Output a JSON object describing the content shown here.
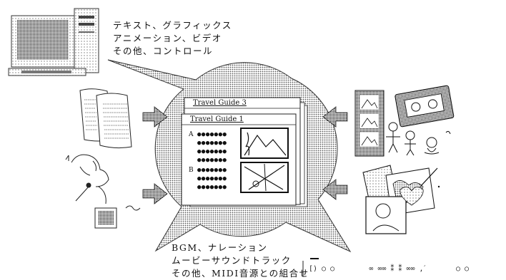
{
  "top_caption": {
    "line1": "テキスト、グラフィックス",
    "line2": "アニメーション、ビデオ",
    "line3": "その他、コントロール"
  },
  "bottom_caption": {
    "line1": "BGM、ナレーション",
    "line2": "ムービーサウンドトラック",
    "line3": "その他、MIDI音源との組合せ"
  },
  "documents": {
    "back_title": "Travel Guide 3",
    "front_title": "Travel Guide 1",
    "section_a": "A",
    "section_b": "B",
    "bullet_row": "●●●●●●●"
  },
  "footer_symbols": "[) ○ ○        ∞ ∞∞ ⁑ ⁑ ∞∞ ,ˊ       ○ ○",
  "colors": {
    "ink": "#000000",
    "paper": "#ffffff",
    "halftone": "#8a8a8a"
  },
  "icons": {
    "computer": "computer-monitor-icon",
    "text_pages": "text-pages-icon",
    "audio": "singer-with-microphone-icon",
    "film": "film-strip-icon",
    "video": "videocassette-icon",
    "pictures": "photo-collage-icon",
    "arrows": "right-arrow-icon / left-arrow-icon"
  }
}
